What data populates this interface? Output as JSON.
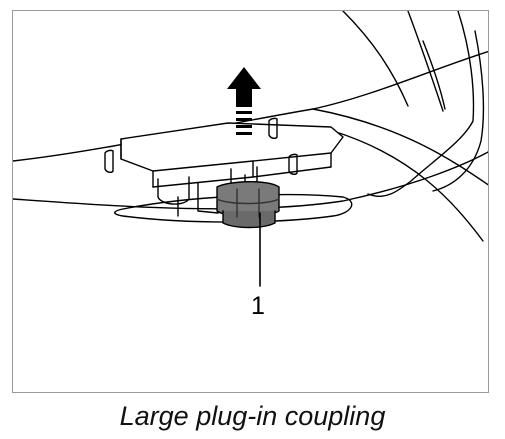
{
  "figure": {
    "caption": "Large plug-in coupling",
    "callouts": [
      {
        "number": "1"
      }
    ],
    "arrow_direction": "up",
    "colors": {
      "line": "#000000",
      "part_fill": "#7a7a7a",
      "frame_border": "#9a9a9a"
    }
  }
}
